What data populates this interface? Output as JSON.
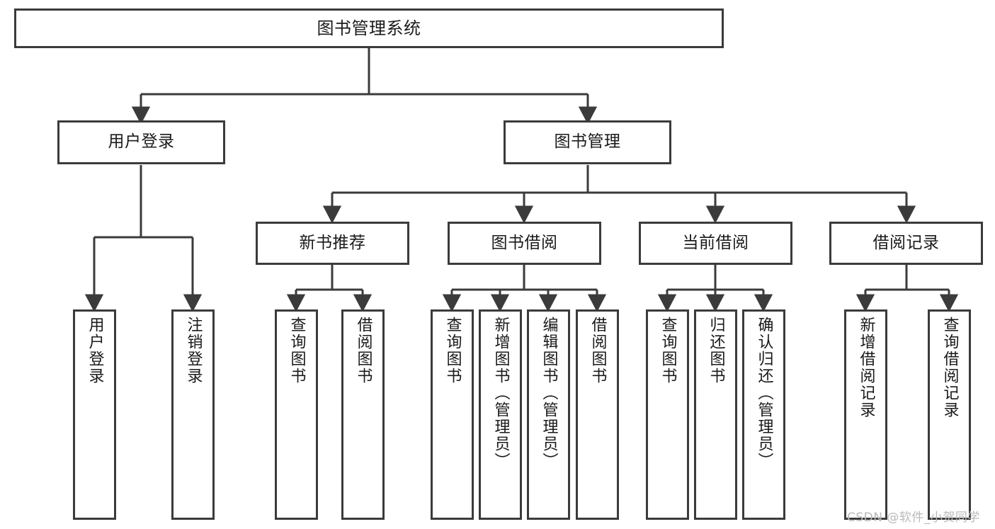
{
  "diagram": {
    "title": "图书管理系统",
    "watermark": "CSDN @软件_小贺同学",
    "line_color": "#3b3b3b",
    "box_border_color": "#3b3b3b",
    "box_fill_color": "#ffffff",
    "text_color": "#1a1a1a",
    "watermark_color": "#b9b9b9",
    "root": {
      "label": "图书管理系统"
    },
    "level2": [
      {
        "label": "用户登录"
      },
      {
        "label": "图书管理"
      }
    ],
    "level3": [
      {
        "label": "新书推荐"
      },
      {
        "label": "图书借阅"
      },
      {
        "label": "当前借阅"
      },
      {
        "label": "借阅记录"
      }
    ],
    "leaves": {
      "user_login": [
        {
          "label": "用户登录"
        },
        {
          "label": "注销登录"
        }
      ],
      "new_book_recommend": [
        {
          "label": "查询图书"
        },
        {
          "label": "借阅图书"
        }
      ],
      "book_borrow": [
        {
          "label": "查询图书"
        },
        {
          "label": "新增图书（管理员）"
        },
        {
          "label": "编辑图书（管理员）"
        },
        {
          "label": "借阅图书"
        }
      ],
      "current_borrow": [
        {
          "label": "查询图书"
        },
        {
          "label": "归还图书"
        },
        {
          "label": "确认归还（管理员）"
        }
      ],
      "borrow_record": [
        {
          "label": "新增借阅记录"
        },
        {
          "label": "查询借阅记录"
        }
      ]
    }
  }
}
